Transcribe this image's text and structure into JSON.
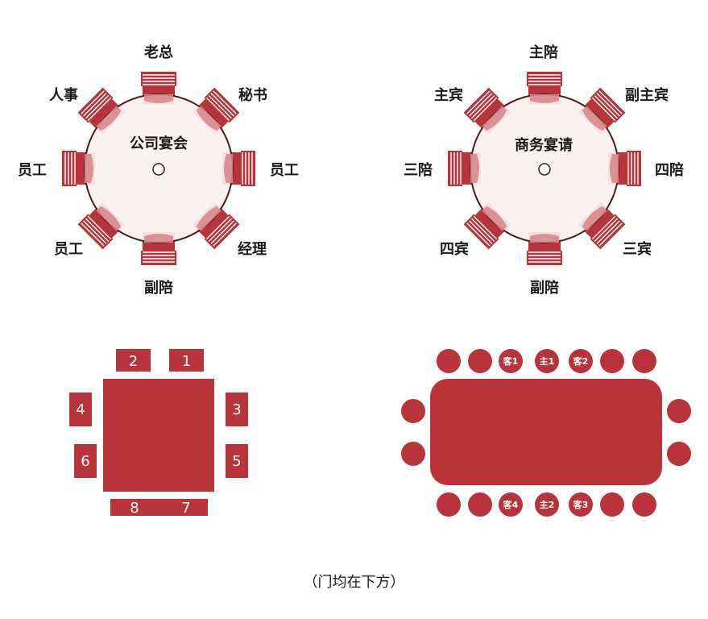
{
  "colors": {
    "primary": "#b8333a",
    "tableFill": "#faf0f0",
    "tableStroke": "#4a1a1c",
    "chairBackStripe": "#ffffff",
    "seatTint": "#d98a8d"
  },
  "roundTables": [
    {
      "title": "公司宴会",
      "seats": {
        "top": "老总",
        "topRight": "秘书",
        "right": "员工",
        "bottomRight": "经理",
        "bottom": "副陪",
        "bottomLeft": "员工",
        "left": "员工",
        "topLeft": "人事"
      }
    },
    {
      "title": "商务宴请",
      "seats": {
        "top": "主陪",
        "topRight": "副主宾",
        "right": "四陪",
        "bottomRight": "三宾",
        "bottom": "副陪",
        "bottomLeft": "四宾",
        "left": "三陪",
        "topLeft": "主宾"
      }
    }
  ],
  "squareTable": {
    "seats": {
      "topLeft": "2",
      "topRight": "1",
      "rightUpper": "3",
      "rightLower": "5",
      "bottomRight": "7",
      "bottomLeft": "8",
      "leftUpper": "4",
      "leftLower": "6"
    }
  },
  "rectTable": {
    "topSeats": [
      "",
      "",
      "客1",
      "主1",
      "客2",
      "",
      ""
    ],
    "bottomSeats": [
      "",
      "",
      "客4",
      "主2",
      "客3",
      "",
      ""
    ]
  },
  "footer": "（门均在下方）"
}
